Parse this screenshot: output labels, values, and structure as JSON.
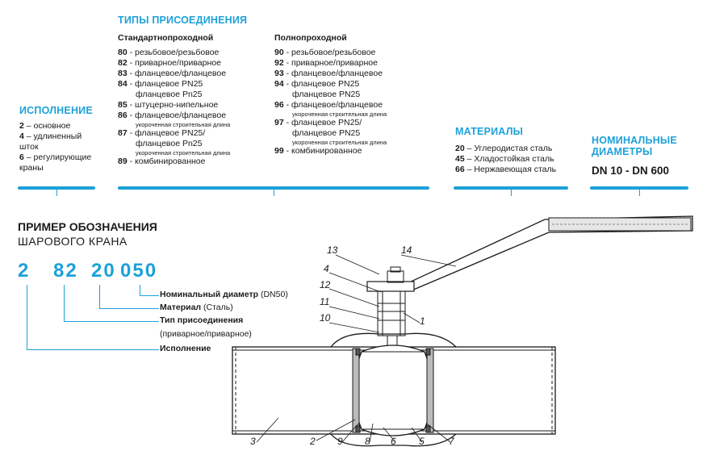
{
  "ispolnenie": {
    "title": "ИСПОЛНЕНИЕ",
    "items": [
      {
        "code": "2",
        "text": " – основное"
      },
      {
        "code": "4",
        "text": " – удлиненный"
      },
      {
        "code": "",
        "text": "шток"
      },
      {
        "code": "6",
        "text": " – регулирующие"
      },
      {
        "code": "",
        "text": "краны"
      }
    ]
  },
  "connections": {
    "title": "ТИПЫ ПРИСОЕДИНЕНИЯ",
    "standard": {
      "subtitle": "Стандартнопроходной",
      "items": [
        {
          "code": "80",
          "text": " - резьбовое/резьбовое",
          "note": ""
        },
        {
          "code": "82",
          "text": " - приварное/приварное",
          "note": ""
        },
        {
          "code": "83",
          "text": " - фланцевое/фланцевое",
          "note": ""
        },
        {
          "code": "84",
          "text": " - фланцевое PN25",
          "note": ""
        },
        {
          "code": "",
          "text": "фланцевое Pn25",
          "note": ""
        },
        {
          "code": "85",
          "text": " - штуцерно-нипельное",
          "note": ""
        },
        {
          "code": "86",
          "text": " - фланцевое/фланцевое",
          "note": "укороченная строительная длина"
        },
        {
          "code": "87",
          "text": " - фланцевое PN25/",
          "note": ""
        },
        {
          "code": "",
          "text": "фланцевое Pn25",
          "note": "укороченная строительная длина"
        },
        {
          "code": "89",
          "text": " - комбинированное",
          "note": ""
        }
      ]
    },
    "full": {
      "subtitle": "Полнопроходной",
      "items": [
        {
          "code": "90",
          "text": " - резьбовое/резьбовое",
          "note": ""
        },
        {
          "code": "92",
          "text": " - приварное/приварное",
          "note": ""
        },
        {
          "code": "93",
          "text": " - фланцевое/фланцевое",
          "note": ""
        },
        {
          "code": "94",
          "text": " - фланцевое PN25",
          "note": ""
        },
        {
          "code": "",
          "text": "фланцевое PN25",
          "note": ""
        },
        {
          "code": "96",
          "text": " - фланцевое/фланцевое",
          "note": "укороченная строительная длина"
        },
        {
          "code": "97",
          "text": " - фланцевое PN25/",
          "note": ""
        },
        {
          "code": "",
          "text": "фланцевое PN25",
          "note": "укороченная строительная длина"
        },
        {
          "code": "99",
          "text": " - комбинированное",
          "note": ""
        }
      ]
    }
  },
  "materials": {
    "title": "МАТЕРИАЛЫ",
    "items": [
      {
        "code": "20",
        "text": " – Углеродистая сталь"
      },
      {
        "code": "45",
        "text": " – Хладостойкая сталь"
      },
      {
        "code": "66",
        "text": " – Нержавеющая сталь"
      }
    ]
  },
  "diameters": {
    "title_line1": "НОМИНАЛЬНЫЕ",
    "title_line2": "ДИАМЕТРЫ",
    "value": "DN 10 - DN 600"
  },
  "example": {
    "title_line1": "ПРИМЕР ОБОЗНАЧЕНИЯ",
    "title_line2": "ШАРОВОГО КРАНА",
    "codes": [
      "2",
      "82",
      "20",
      "050"
    ],
    "labels": {
      "diameter_bold": "Номинальный диаметр",
      "diameter_rest": " (DN50)",
      "material_bold": "Материал",
      "material_rest": " (Сталь)",
      "connection_bold": "Тип присоединения",
      "connection_line2": "(приварное/приварное)",
      "execution_bold": "Исполнение"
    }
  },
  "drawing": {
    "part_numbers": [
      "13",
      "14",
      "4",
      "12",
      "11",
      "10",
      "1",
      "3",
      "2",
      "9",
      "8",
      "6",
      "5",
      "7"
    ]
  },
  "colors": {
    "accent": "#1da1d8",
    "text": "#1a1a1a"
  }
}
